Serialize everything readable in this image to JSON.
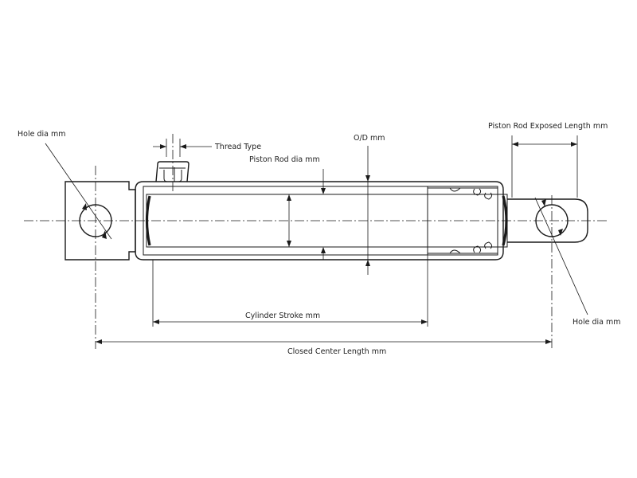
{
  "labels": {
    "hole_dia_left": "Hole dia mm",
    "hole_dia_right": "Hole dia mm",
    "thread_type": "Thread Type",
    "od": "O/D mm",
    "piston_rod_dia": "Piston Rod dia mm",
    "piston_rod_exposed_length": "Piston Rod Exposed Length mm",
    "cylinder_stroke": "Cylinder Stroke mm",
    "closed_center_length": "Closed Center Length mm"
  }
}
